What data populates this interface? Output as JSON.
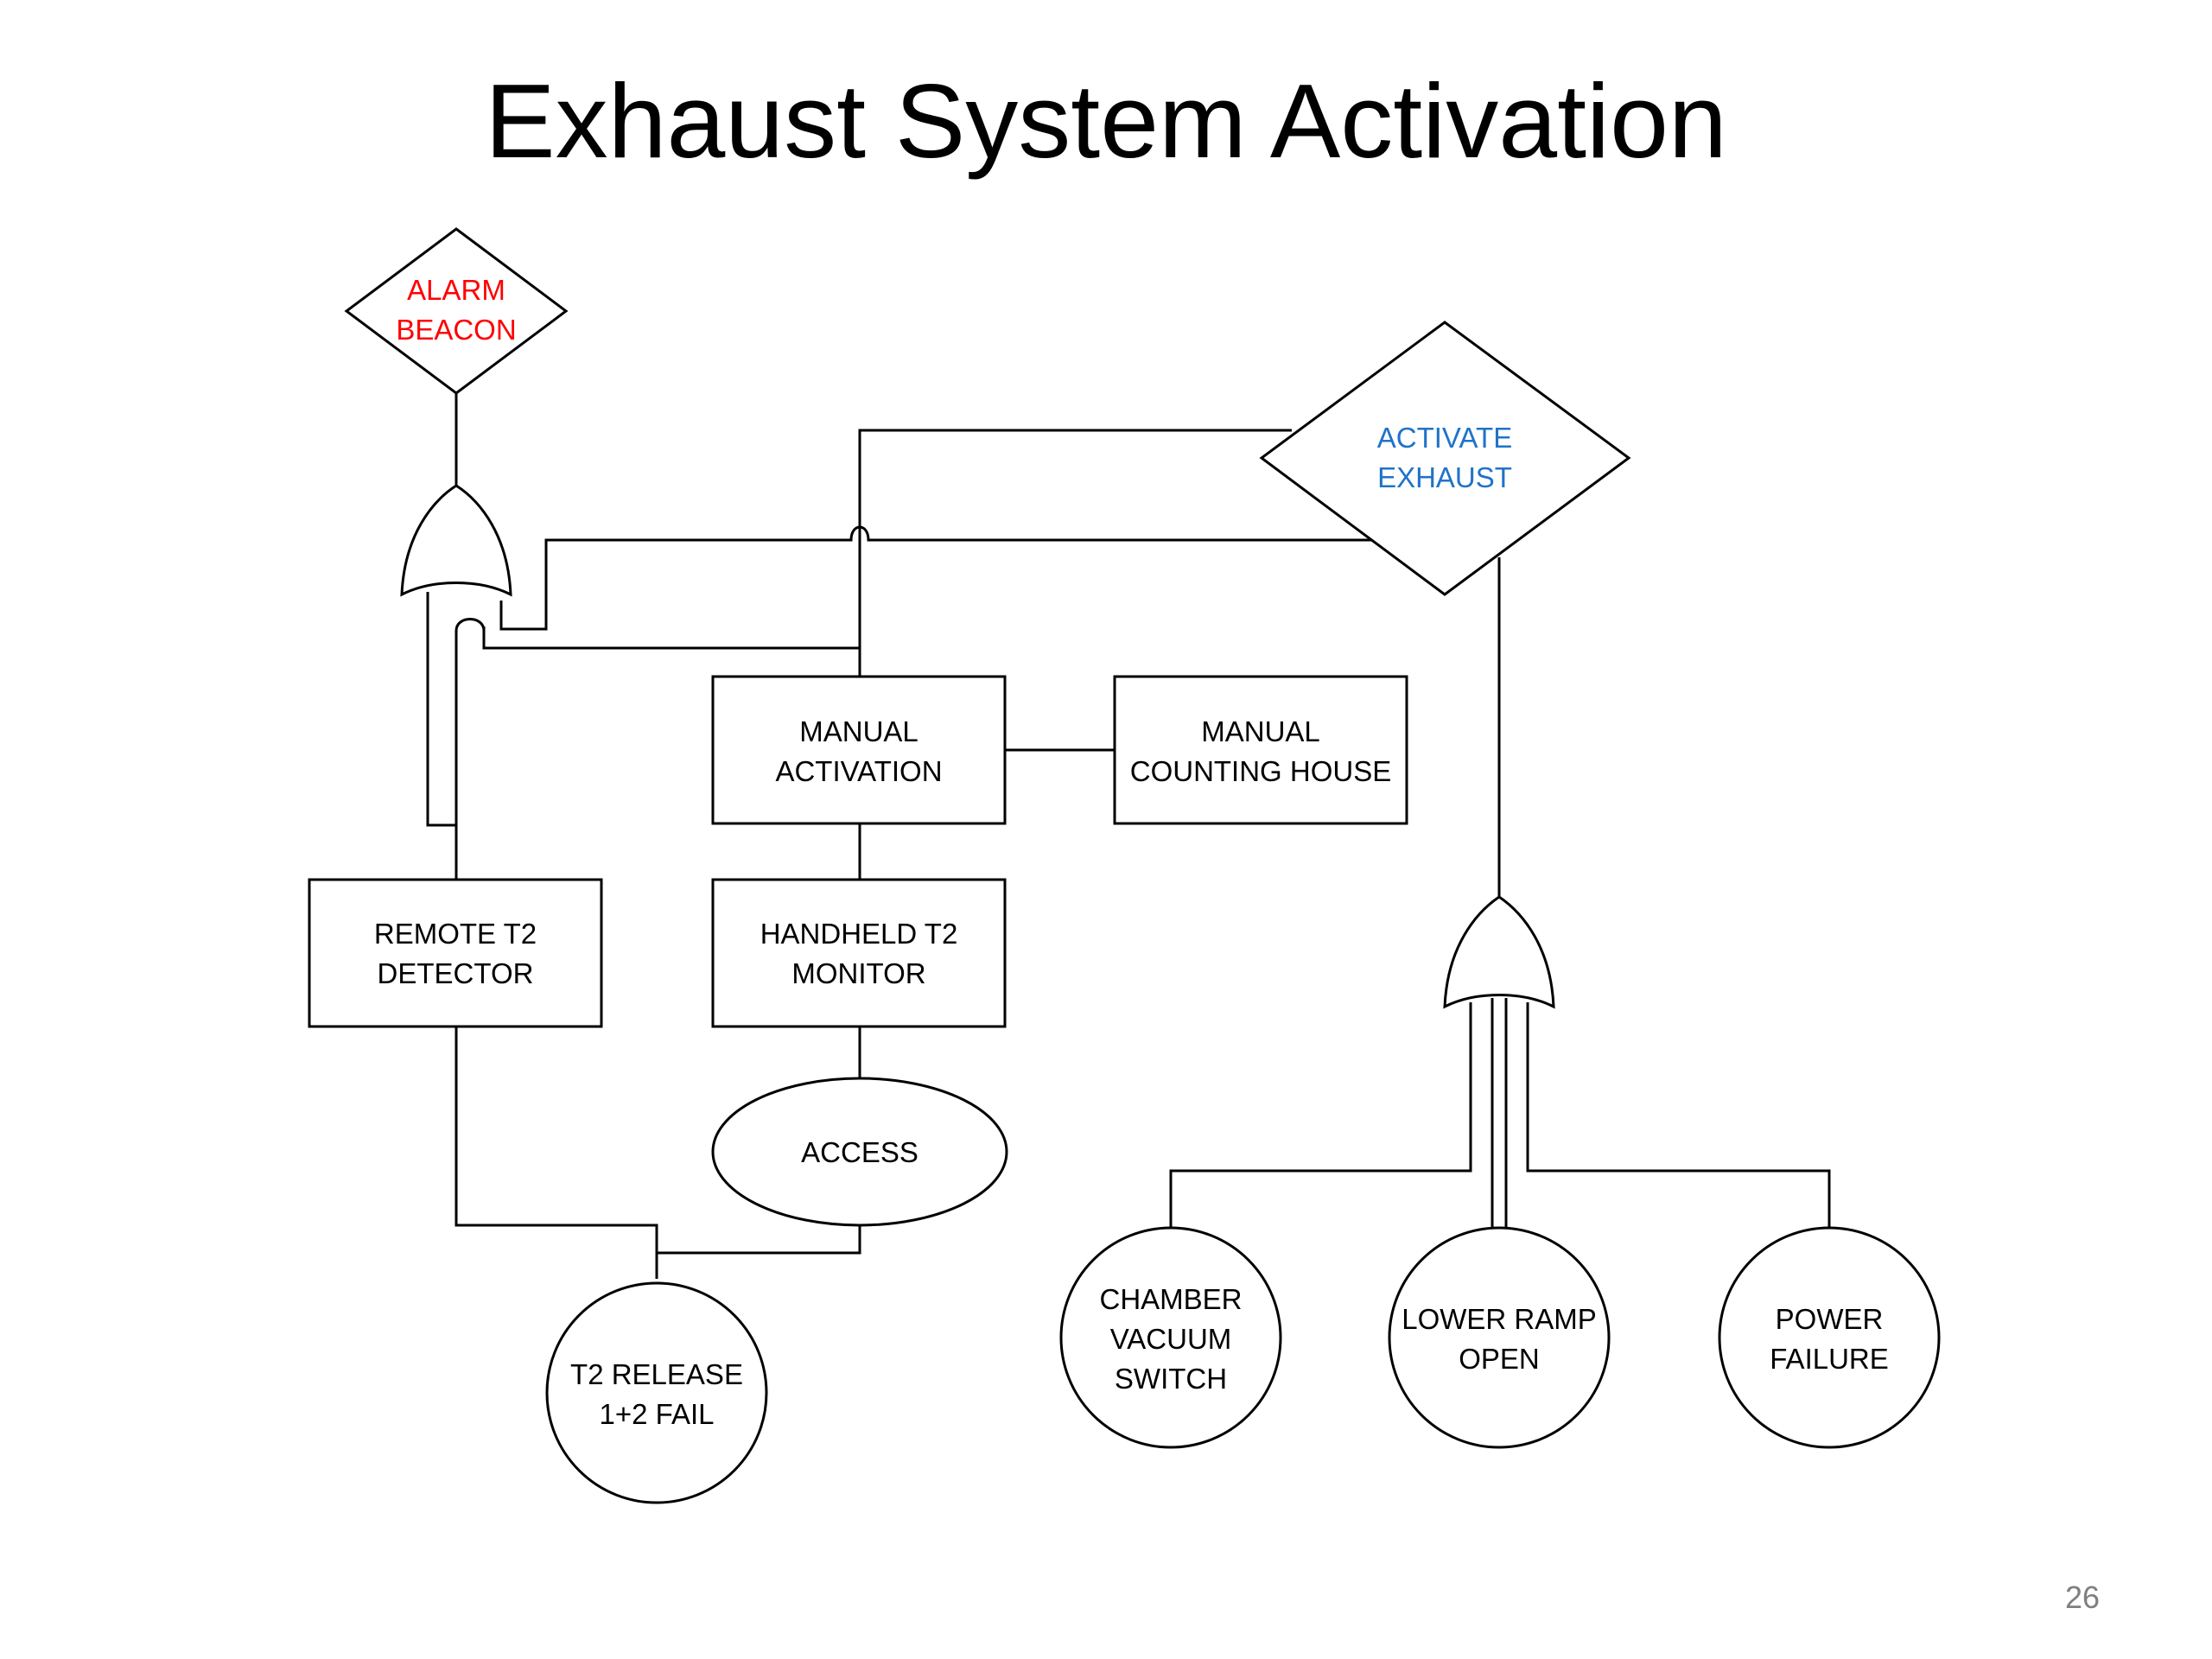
{
  "title": "Exhaust System Activation",
  "page_number": "26",
  "colors": {
    "alarm_text": "#ff0000",
    "activate_text": "#1f73c9",
    "default_text": "#000000"
  },
  "nodes": {
    "alarm_beacon": {
      "line1": "ALARM",
      "line2": "BEACON"
    },
    "activate_exhaust": {
      "line1": "ACTIVATE",
      "line2": "EXHAUST"
    },
    "manual_activation": {
      "line1": "MANUAL",
      "line2": "ACTIVATION"
    },
    "manual_counting_house": {
      "line1": "MANUAL",
      "line2": "COUNTING HOUSE"
    },
    "remote_t2_detector": {
      "line1": "REMOTE T2",
      "line2": "DETECTOR"
    },
    "handheld_t2_monitor": {
      "line1": "HANDHELD T2",
      "line2": "MONITOR"
    },
    "access": {
      "line1": "ACCESS"
    },
    "t2_release": {
      "line1": "T2 RELEASE",
      "line2": "1+2 FAIL"
    },
    "chamber_vacuum_switch": {
      "line1": "CHAMBER",
      "line2": "VACUUM",
      "line3": "SWITCH"
    },
    "lower_ramp_open": {
      "line1": "LOWER RAMP",
      "line2": "OPEN"
    },
    "power_failure": {
      "line1": "POWER",
      "line2": "FAILURE"
    }
  }
}
